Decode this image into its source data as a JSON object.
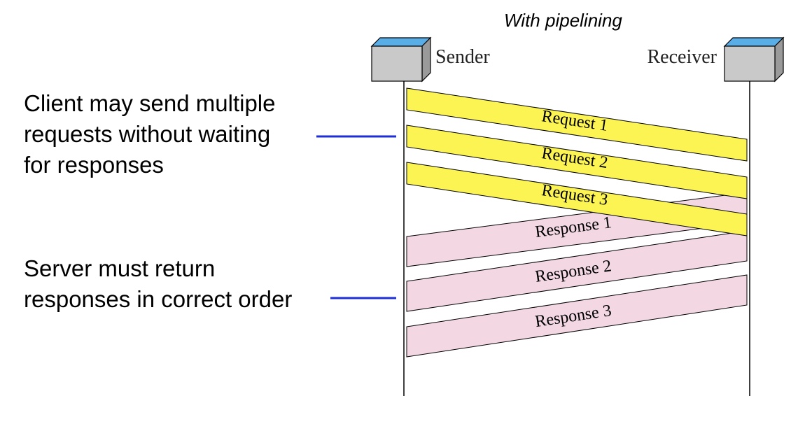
{
  "title": "With pipelining",
  "participants": {
    "sender": "Sender",
    "receiver": "Receiver"
  },
  "annotations": {
    "client": [
      "Client may send multiple",
      "requests without waiting",
      "for responses"
    ],
    "server": [
      "Server must return",
      "responses in correct order"
    ]
  },
  "requests": [
    "Request 1",
    "Request 2",
    "Request 3"
  ],
  "responses": [
    "Response 1",
    "Response 2",
    "Response 3"
  ],
  "colors": {
    "request_fill": "#fbf452",
    "response_fill": "#f3d8e4",
    "pointer_line": "#1f2fd6",
    "box_top": "#5aaee8",
    "box_face": "#c9c9c9"
  }
}
